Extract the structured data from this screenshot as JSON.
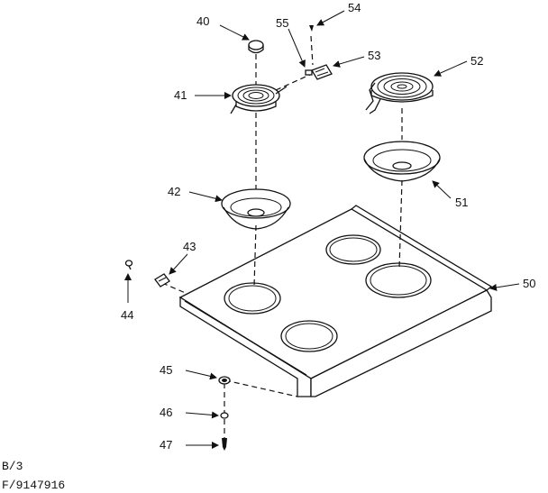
{
  "callouts": {
    "c40": "40",
    "c41": "41",
    "c42": "42",
    "c43": "43",
    "c44": "44",
    "c45": "45",
    "c46": "46",
    "c47": "47",
    "c50": "50",
    "c51": "51",
    "c52": "52",
    "c53": "53",
    "c54": "54",
    "c55": "55"
  },
  "footer": {
    "line1": "B/3",
    "line2": "F/9147916"
  }
}
